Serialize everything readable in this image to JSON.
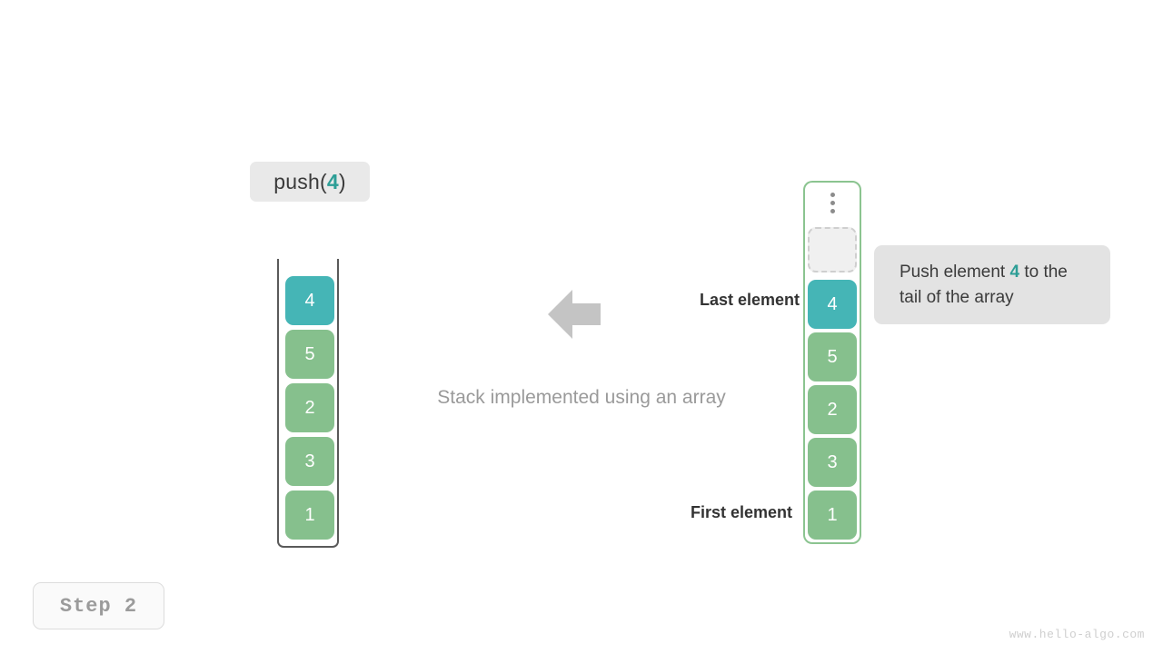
{
  "operation": {
    "prefix": "push(",
    "argument": "4",
    "suffix": ")"
  },
  "accent_color": "#2d9e96",
  "element_colors": {
    "green": "#86c08d",
    "teal": "#45b5b6",
    "arrow": "#c4c4c4",
    "stack_border": "#5a5a5a",
    "array_border": "#8bc490",
    "empty_slot_fill": "#f0f0f0",
    "empty_slot_border": "#cfcfcf",
    "label_bg": "#e9e9e9",
    "tooltip_bg": "#e3e3e3"
  },
  "stack": {
    "name": "stack-container",
    "elements": [
      {
        "value": "4",
        "color": "teal"
      },
      {
        "value": "5",
        "color": "green"
      },
      {
        "value": "2",
        "color": "green"
      },
      {
        "value": "3",
        "color": "green"
      },
      {
        "value": "1",
        "color": "green"
      }
    ]
  },
  "array": {
    "name": "array-container",
    "ellipsis": "vertical-ellipsis",
    "empty_slot": "",
    "elements": [
      {
        "value": "4",
        "color": "teal"
      },
      {
        "value": "5",
        "color": "green"
      },
      {
        "value": "2",
        "color": "green"
      },
      {
        "value": "3",
        "color": "green"
      },
      {
        "value": "1",
        "color": "green"
      }
    ]
  },
  "annotations": {
    "last_element": "Last element",
    "first_element": "First element",
    "caption": "Stack implemented using an array",
    "arrow_direction": "left"
  },
  "tooltip": {
    "text_before": "Push element ",
    "highlight": "4",
    "text_after": " to the tail of the array"
  },
  "step_badge": "Step 2",
  "watermark": "www.hello-algo.com"
}
